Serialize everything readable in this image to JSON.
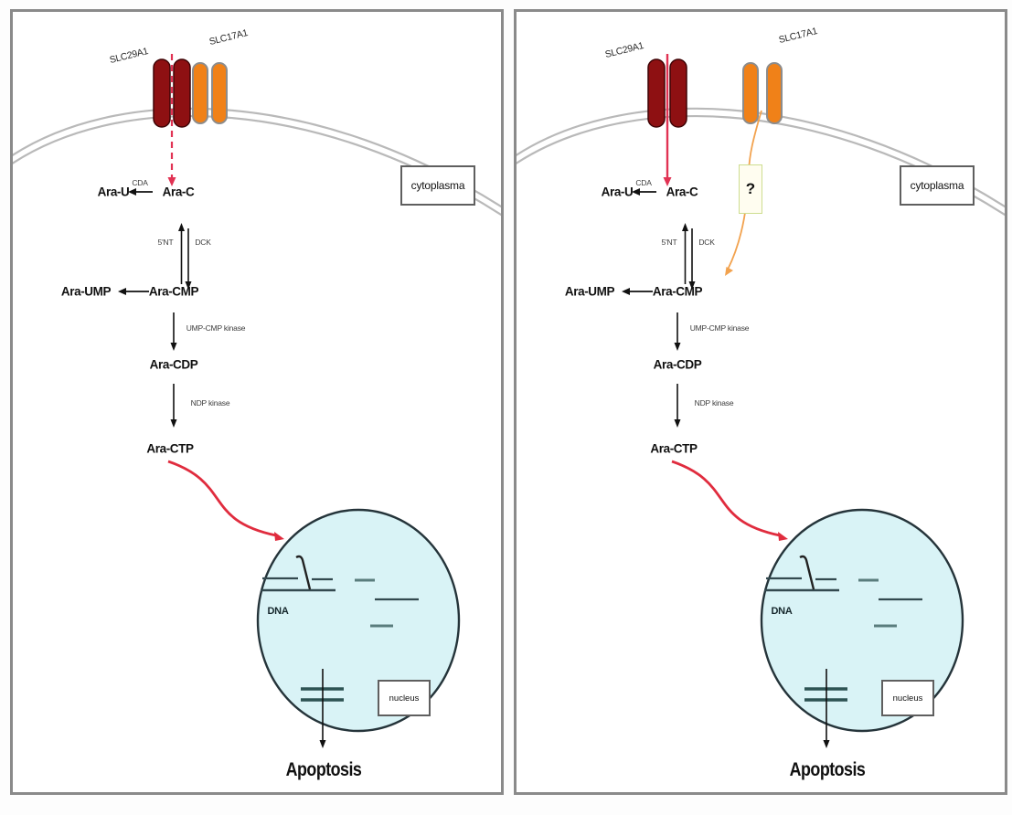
{
  "colors": {
    "membrane_gray": "#b9b9b9",
    "transporter_dark_red": "#8e1012",
    "transporter_orange": "#f08118",
    "drug_route_red": "#e13253",
    "signal_red": "#e02c3e",
    "pathway_black": "#111111",
    "nucleus_fill": "#d9f3f6",
    "nucleus_stroke": "#25343a",
    "chromatin_teal": "#2d5353",
    "unknown_route_orange": "#f2a24e",
    "panel_border_gray": "#8a8a8a"
  },
  "panels": [
    {
      "side": "left",
      "transporter_labels": {
        "slc29a1": "SLC29A1",
        "slc17a1": "SLC17A1"
      },
      "compartment_labels": {
        "cytoplasm": "cytoplasma",
        "nucleus": "nucleus"
      },
      "metabolites": {
        "ara_u": "Ara-U",
        "ara_c": "Ara-C",
        "ara_ump": "Ara-UMP",
        "ara_cmp": "Ara-CMP",
        "ara_cdp": "Ara-CDP",
        "ara_ctp": "Ara-CTP"
      },
      "enzymes": {
        "cda": "CDA",
        "nt5": "5'NT",
        "dck": "DCK",
        "ump_cmp_kinase": "UMP-CMP kinase",
        "ndp_kinase": "NDP kinase"
      },
      "dna_label": "DNA",
      "outcome_label": "Apoptosis"
    },
    {
      "side": "right",
      "transporter_labels": {
        "slc29a1": "SLC29A1",
        "slc17a1": "SLC17A1"
      },
      "compartment_labels": {
        "cytoplasm": "cytoplasma",
        "nucleus": "nucleus"
      },
      "metabolites": {
        "ara_u": "Ara-U",
        "ara_c": "Ara-C",
        "ara_ump": "Ara-UMP",
        "ara_cmp": "Ara-CMP",
        "ara_cdp": "Ara-CDP",
        "ara_ctp": "Ara-CTP"
      },
      "enzymes": {
        "cda": "CDA",
        "nt5": "5'NT",
        "dck": "DCK",
        "ump_cmp_kinase": "UMP-CMP kinase",
        "ndp_kinase": "NDP kinase"
      },
      "dna_label": "DNA",
      "outcome_label": "Apoptosis",
      "unknown_marker": "?"
    }
  ]
}
